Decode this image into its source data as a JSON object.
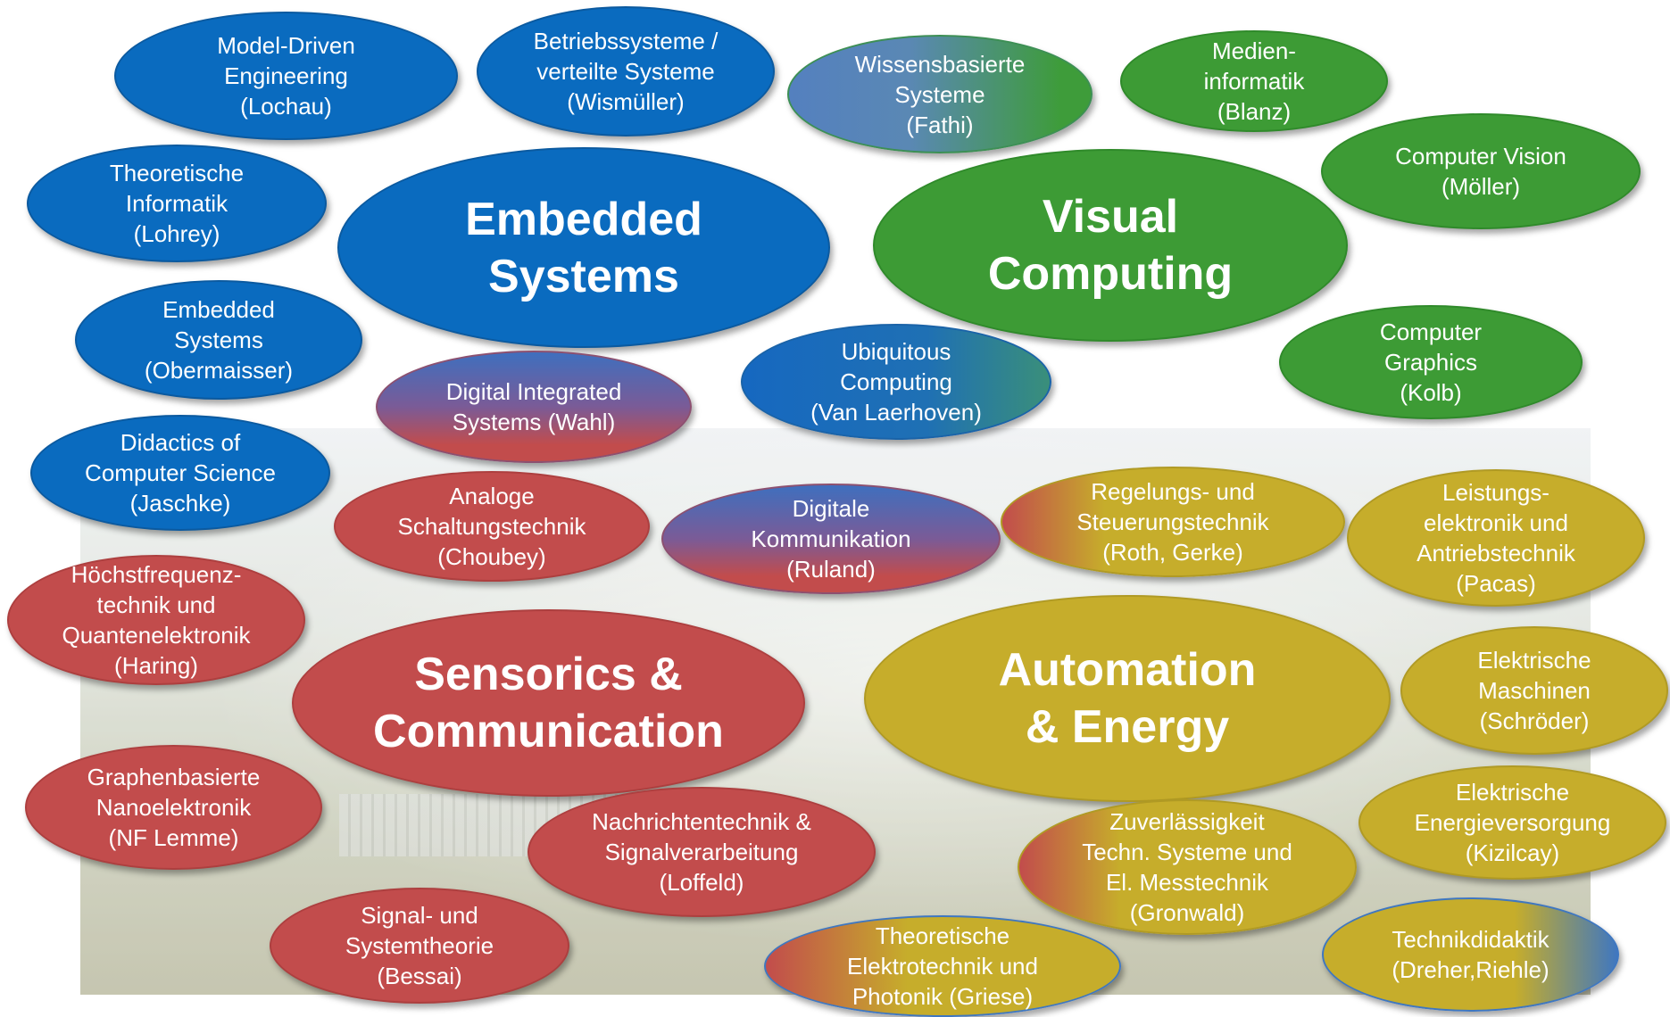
{
  "core_areas": [
    {
      "label": "Embedded\nSystems",
      "color": "#0a6bbf"
    },
    {
      "label": "Visual\nComputing",
      "color": "#3d9b35"
    },
    {
      "label": "Sensorics &\nCommunication",
      "color": "#c24c4c"
    },
    {
      "label": "Automation\n& Energy",
      "color": "#c6ad2b"
    }
  ],
  "topics": [
    {
      "label": "Model-Driven\nEngineering\n(Lochau)",
      "group": "Embedded Systems"
    },
    {
      "label": "Betriebssysteme /\nverteilte Systeme\n(Wismüller)",
      "group": "Embedded Systems"
    },
    {
      "label": "Wissensbasierte\nSysteme\n(Fathi)",
      "group": "Embedded Systems / Visual Computing"
    },
    {
      "label": "Medien-\ninformatik\n(Blanz)",
      "group": "Visual Computing"
    },
    {
      "label": "Theoretische\nInformatik\n(Lohrey)",
      "group": "Embedded Systems"
    },
    {
      "label": "Computer Vision\n(Möller)",
      "group": "Visual Computing"
    },
    {
      "label": "Embedded\nSystems\n(Obermaisser)",
      "group": "Embedded Systems"
    },
    {
      "label": "Computer\nGraphics\n(Kolb)",
      "group": "Visual Computing"
    },
    {
      "label": "Ubiquitous\nComputing\n(Van Laerhoven)",
      "group": "Embedded Systems"
    },
    {
      "label": "Digital Integrated\nSystems (Wahl)",
      "group": "Embedded Systems / Sensorics & Communication"
    },
    {
      "label": "Didactics of\nComputer Science\n(Jaschke)",
      "group": "Embedded Systems"
    },
    {
      "label": "Analoge\nSchaltungstechnik\n(Choubey)",
      "group": "Sensorics & Communication"
    },
    {
      "label": "Digitale\nKommunikation\n(Ruland)",
      "group": "Embedded Systems / Sensorics & Communication"
    },
    {
      "label": "Regelungs- und\nSteuerungstechnik\n(Roth, Gerke)",
      "group": "Sensorics & Communication / Automation & Energy"
    },
    {
      "label": "Leistungs-\nelektronik und\nAntriebstechnik\n(Pacas)",
      "group": "Automation & Energy"
    },
    {
      "label": "Höchstfrequenz-\ntechnik und\nQuantenelektronik\n(Haring)",
      "group": "Sensorics & Communication"
    },
    {
      "label": "Elektrische\nMaschinen\n(Schröder)",
      "group": "Automation & Energy"
    },
    {
      "label": "Graphenbasierte\nNanoelektronik\n(NF Lemme)",
      "group": "Sensorics & Communication"
    },
    {
      "label": "Elektrische\nEnergieversorgung\n(Kizilcay)",
      "group": "Automation & Energy"
    },
    {
      "label": "Nachrichtentechnik &\nSignalverarbeitung\n(Loffeld)",
      "group": "Sensorics & Communication"
    },
    {
      "label": "Zuverlässigkeit\nTechn. Systeme und\nEl. Messtechnik\n(Gronwald)",
      "group": "Sensorics & Communication / Automation & Energy"
    },
    {
      "label": "Signal- und\nSystemtheorie\n(Bessai)",
      "group": "Sensorics & Communication"
    },
    {
      "label": "Theoretische\nElektrotechnik und\nPhotonik (Griese)",
      "group": "Sensorics & Communication / Automation & Energy"
    },
    {
      "label": "Technikdidaktik\n(Dreher,Riehle)",
      "group": "Automation & Energy / Embedded Systems"
    }
  ]
}
